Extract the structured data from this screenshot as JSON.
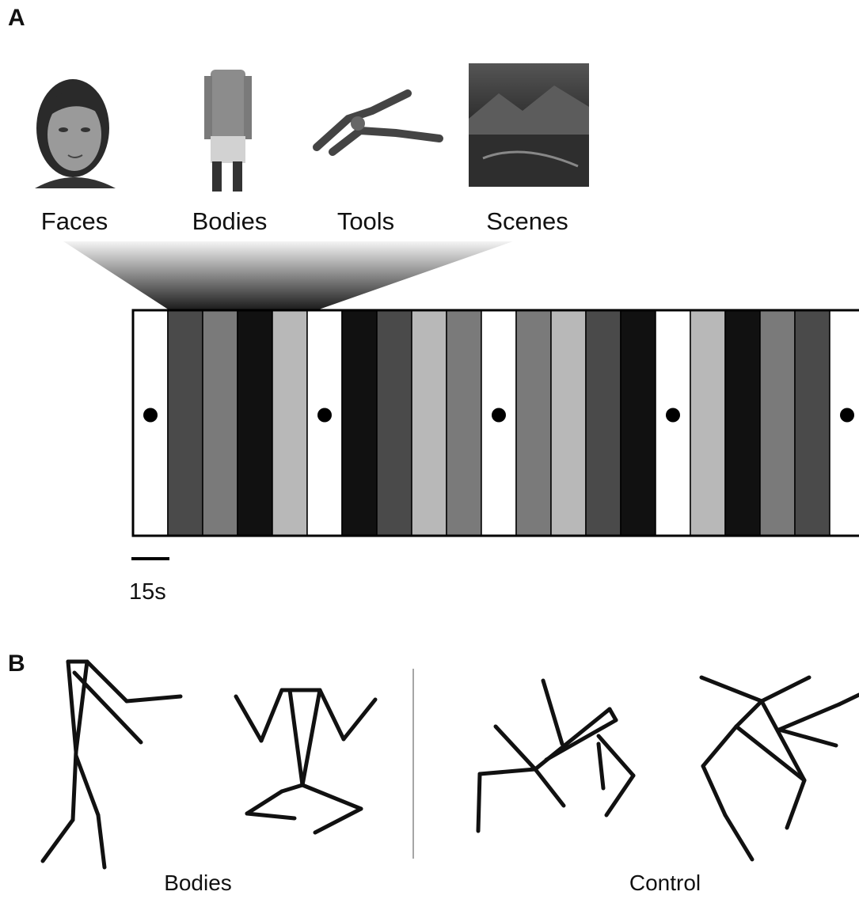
{
  "panel_a": {
    "letter": "A",
    "categories": [
      {
        "label": "Faces",
        "icon": "face-photo"
      },
      {
        "label": "Bodies",
        "icon": "body-photo"
      },
      {
        "label": "Tools",
        "icon": "pliers-photo"
      },
      {
        "label": "Scenes",
        "icon": "landscape-photo"
      }
    ],
    "scale_label": "15s",
    "block_sequence": [
      "fixation",
      "dark",
      "mid",
      "black",
      "light",
      "fixation",
      "black",
      "dark",
      "light",
      "mid",
      "fixation",
      "mid",
      "light",
      "dark",
      "black",
      "fixation",
      "light",
      "black",
      "mid",
      "dark",
      "fixation"
    ],
    "colors": {
      "fixation": "#ffffff",
      "dark": "#4a4a4a",
      "mid": "#7a7a7a",
      "black": "#111111",
      "light": "#b8b8b8"
    }
  },
  "panel_b": {
    "letter": "B",
    "bodies_label": "Bodies",
    "control_label": "Control"
  }
}
